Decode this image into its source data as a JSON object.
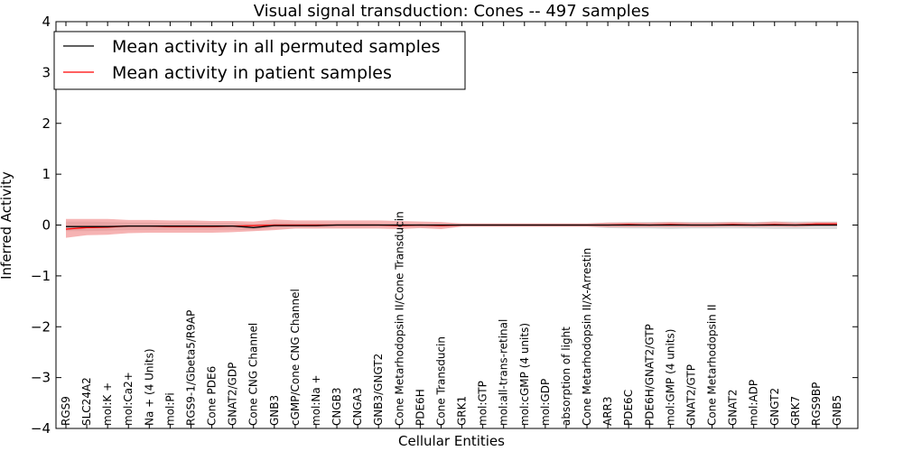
{
  "chart_data": {
    "type": "line",
    "title": "Visual signal transduction: Cones -- 497 samples",
    "xlabel": "Cellular Entities",
    "ylabel": "Inferred Activity",
    "ylim": [
      -4,
      4
    ],
    "yticks": [
      -4,
      -3,
      -2,
      -1,
      0,
      1,
      2,
      3,
      4
    ],
    "ytick_labels": [
      "−4",
      "−3",
      "−2",
      "−1",
      "0",
      "1",
      "2",
      "3",
      "4"
    ],
    "legend_position": "top-left",
    "categories": [
      "RGS9",
      "SLC24A2",
      "mol:K +",
      "mol:Ca2+",
      "Na + (4 Units)",
      "mol:Pi",
      "RGS9-1/Gbeta5/R9AP",
      "Cone PDE6",
      "GNAT2/GDP",
      "Cone CNG Channel",
      "GNB3",
      "cGMP/Cone CNG Channel",
      "mol:Na +",
      "CNGB3",
      "CNGA3",
      "GNB3/GNGT2",
      "Cone Metarhodopsin II/Cone Transducin",
      "PDE6H",
      "Cone Transducin",
      "GRK1",
      "mol:GTP",
      "mol:all-trans-retinal",
      "mol:cGMP (4 units)",
      "mol:GDP",
      "absorption of light",
      "Cone Metarhodopsin II/X-Arrestin",
      "ARR3",
      "PDE6C",
      "PDE6H/GNAT2/GTP",
      "mol:GMP (4 units)",
      "GNAT2/GTP",
      "Cone Metarhodopsin II",
      "GNAT2",
      "mol:ADP",
      "GNGT2",
      "GRK7",
      "RGS9BP",
      "GNB5"
    ],
    "series": [
      {
        "name": "Mean activity in all permuted samples",
        "color": "#000000",
        "values": [
          -0.03,
          -0.03,
          -0.03,
          -0.02,
          -0.02,
          -0.02,
          -0.02,
          -0.02,
          -0.02,
          -0.05,
          -0.01,
          -0.01,
          -0.01,
          0.0,
          0.0,
          0.0,
          0.0,
          0.0,
          0.0,
          0.0,
          0.0,
          0.0,
          0.0,
          0.0,
          0.0,
          0.0,
          0.0,
          0.0,
          0.0,
          0.0,
          0.0,
          0.0,
          0.0,
          0.0,
          0.0,
          0.0,
          0.0,
          0.0
        ],
        "band_low": [
          -0.12,
          -0.12,
          -0.11,
          -0.1,
          -0.1,
          -0.09,
          -0.09,
          -0.09,
          -0.09,
          -0.1,
          -0.06,
          -0.05,
          -0.05,
          -0.04,
          -0.04,
          -0.03,
          -0.03,
          -0.04,
          -0.05,
          -0.03,
          -0.03,
          -0.03,
          -0.03,
          -0.03,
          -0.03,
          -0.03,
          -0.06,
          -0.07,
          -0.07,
          -0.08,
          -0.07,
          -0.07,
          -0.07,
          -0.07,
          -0.08,
          -0.08,
          -0.08,
          -0.08
        ],
        "band_high": [
          0.07,
          0.07,
          0.06,
          0.05,
          0.05,
          0.04,
          0.04,
          0.04,
          0.04,
          0.02,
          0.05,
          0.04,
          0.04,
          0.04,
          0.04,
          0.03,
          0.03,
          0.03,
          0.03,
          0.03,
          0.03,
          0.03,
          0.03,
          0.03,
          0.03,
          0.03,
          0.05,
          0.06,
          0.06,
          0.06,
          0.06,
          0.06,
          0.06,
          0.06,
          0.07,
          0.07,
          0.07,
          0.07
        ]
      },
      {
        "name": "Mean activity in patient samples",
        "color": "#ff0000",
        "band_color": "#f08080",
        "values": [
          -0.08,
          -0.05,
          -0.04,
          -0.02,
          -0.02,
          -0.03,
          -0.03,
          -0.03,
          -0.02,
          -0.01,
          0.0,
          0.0,
          0.0,
          0.0,
          0.0,
          0.0,
          -0.01,
          0.0,
          -0.01,
          0.0,
          0.0,
          0.0,
          0.0,
          0.0,
          0.0,
          0.0,
          0.0,
          0.01,
          0.0,
          0.01,
          0.0,
          0.0,
          0.01,
          0.0,
          0.01,
          0.0,
          0.02,
          0.02
        ],
        "band_low": [
          -0.25,
          -0.2,
          -0.19,
          -0.16,
          -0.15,
          -0.15,
          -0.15,
          -0.15,
          -0.14,
          -0.12,
          -0.1,
          -0.07,
          -0.07,
          -0.07,
          -0.07,
          -0.07,
          -0.08,
          -0.06,
          -0.08,
          -0.03,
          -0.03,
          -0.03,
          -0.03,
          -0.03,
          -0.03,
          -0.03,
          -0.04,
          -0.04,
          -0.04,
          -0.04,
          -0.04,
          -0.04,
          -0.03,
          -0.04,
          -0.03,
          -0.04,
          -0.02,
          -0.02
        ],
        "band_high": [
          0.12,
          0.12,
          0.12,
          0.1,
          0.1,
          0.09,
          0.09,
          0.08,
          0.08,
          0.07,
          0.11,
          0.09,
          0.09,
          0.09,
          0.09,
          0.09,
          0.08,
          0.07,
          0.06,
          0.03,
          0.03,
          0.03,
          0.03,
          0.03,
          0.03,
          0.03,
          0.05,
          0.05,
          0.05,
          0.06,
          0.05,
          0.05,
          0.06,
          0.05,
          0.07,
          0.05,
          0.06,
          0.06
        ]
      }
    ]
  }
}
